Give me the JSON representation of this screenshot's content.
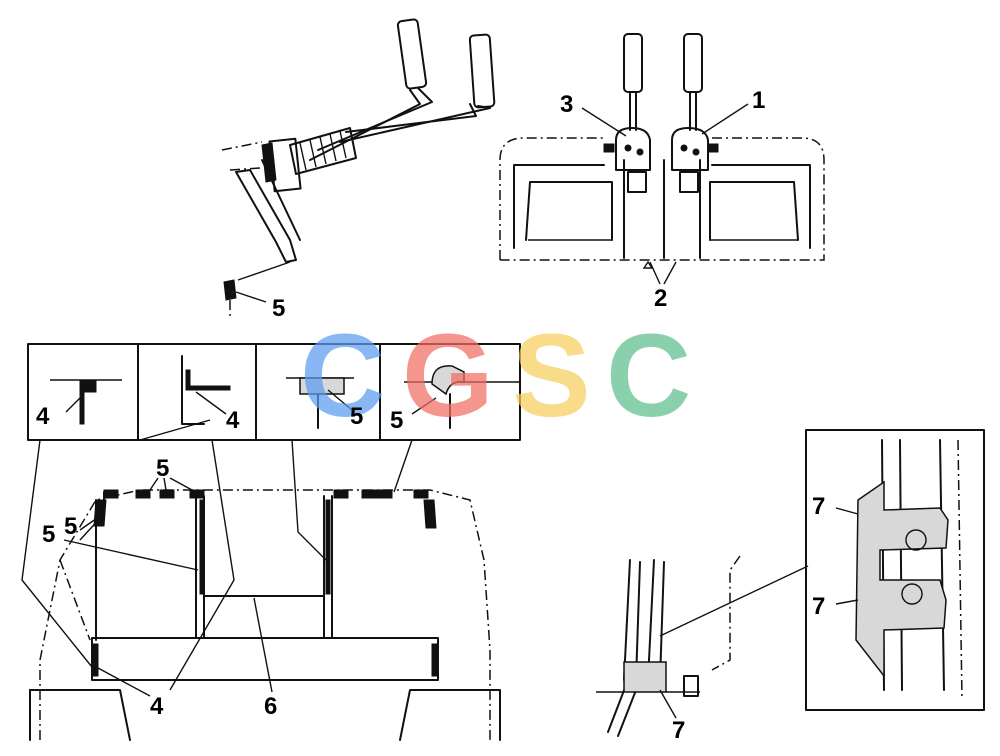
{
  "callouts": {
    "c1": "1",
    "c2": "2",
    "c3": "3",
    "c4_a": "4",
    "c4_b": "4",
    "c4_c": "4",
    "c5_a": "5",
    "c5_b": "5",
    "c5_c": "5",
    "c5_d": "5",
    "c5_e": "5",
    "c5_f": "5",
    "c6": "6",
    "c7_a": "7",
    "c7_b": "7",
    "c7_c": "7"
  },
  "watermark": {
    "letters": [
      "C",
      "G",
      "S",
      "C"
    ],
    "colors": [
      "#5b9cf0",
      "#f06d63",
      "#f7cf5c",
      "#5fbf8e"
    ]
  }
}
